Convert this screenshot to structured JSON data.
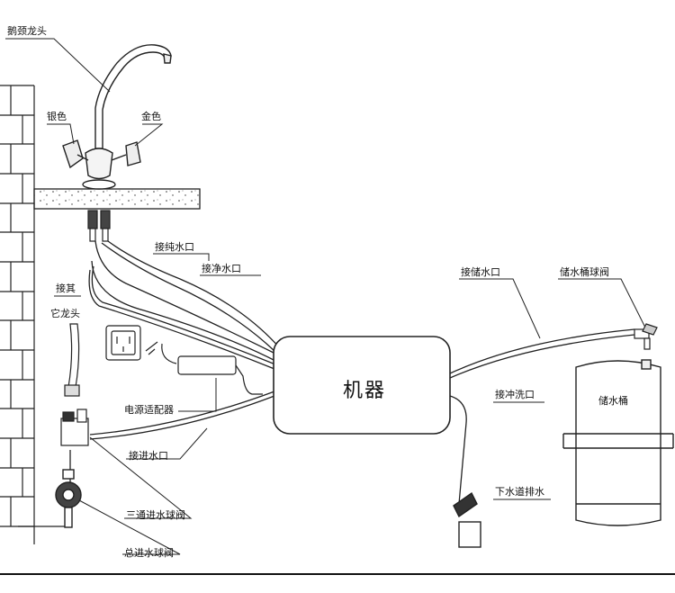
{
  "labels": {
    "faucet": "鹅颈龙头",
    "silver": "银色",
    "gold": "金色",
    "pure_water_port": "接纯水口",
    "clean_water_port": "接净水口",
    "other_tap_line1": "接其",
    "other_tap_line2": "它龙头",
    "power_adapter": "电源适配器",
    "inlet_port": "接进水口",
    "three_way_valve": "三通进水球阀",
    "main_valve": "总进水球阀",
    "machine": "机器",
    "storage_port": "接储水口",
    "tank_valve": "储水桶球阀",
    "flush_port": "接冲洗口",
    "drain": "下水道排水",
    "tank": "储水桶"
  }
}
